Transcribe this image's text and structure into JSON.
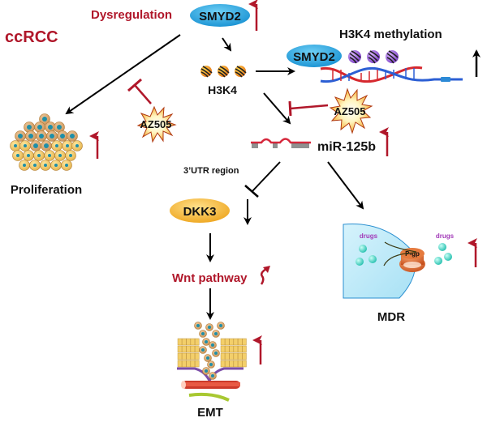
{
  "title": "ccRCC",
  "labels": {
    "dysregulation": "Dysregulation",
    "smyd2_top": "SMYD2",
    "smyd2_dna": "SMYD2",
    "h3k4": "H3K4",
    "h3k4_methylation": "H3K4 methylation",
    "az505_left": "AZ505",
    "az505_right": "AZ505",
    "mir125b": "miR-125b",
    "utr": "3’UTR region",
    "dkk3": "DKK3",
    "wnt": "Wnt pathway",
    "proliferation": "Proliferation",
    "emt": "EMT",
    "mdr": "MDR",
    "drugs_in": "drugs",
    "drugs_out": "drugs",
    "pgp": "P-gp"
  },
  "colors": {
    "red_text": "#b0172a",
    "arrow_red": "#b0172a",
    "smyd2_fill": "#1aa3e0",
    "dkk3_fill": "#f2b233",
    "dna_red": "#d6282e",
    "dna_blue": "#2c5fd4",
    "nucleosome_orange": "#f0a21c",
    "nucleosome_purple": "#9b5fd6",
    "cell_fill": "#bfe9f7",
    "drug_teal": "#3fd1c0",
    "pgp_orange": "#d9652a",
    "drugs_label": "#a23ab8"
  },
  "relations": [
    {
      "from": "SMYD2",
      "to": "H3K4",
      "type": "activates"
    },
    {
      "from": "H3K4",
      "to": "H3K4 methylation",
      "type": "activates"
    },
    {
      "from": "SMYD2",
      "to": "Proliferation",
      "type": "activates"
    },
    {
      "from": "AZ505",
      "to": "SMYD2 → Proliferation",
      "type": "inhibits"
    },
    {
      "from": "H3K4",
      "to": "miR-125b",
      "type": "activates"
    },
    {
      "from": "AZ505",
      "to": "H3K4 → miR-125b",
      "type": "inhibits"
    },
    {
      "from": "miR-125b",
      "to": "DKK3",
      "type": "inhibits",
      "note": "3’UTR region"
    },
    {
      "from": "DKK3",
      "to": "Wnt pathway",
      "type": "activates"
    },
    {
      "from": "Wnt pathway",
      "to": "EMT",
      "type": "activates"
    },
    {
      "from": "miR-125b",
      "to": "MDR",
      "type": "activates"
    }
  ],
  "indicators": {
    "smyd2": "up",
    "h3k4_methylation": "up",
    "mir125b": "up",
    "proliferation": "up",
    "dkk3": "down",
    "wnt": "up",
    "emt": "up",
    "mdr": "up"
  }
}
